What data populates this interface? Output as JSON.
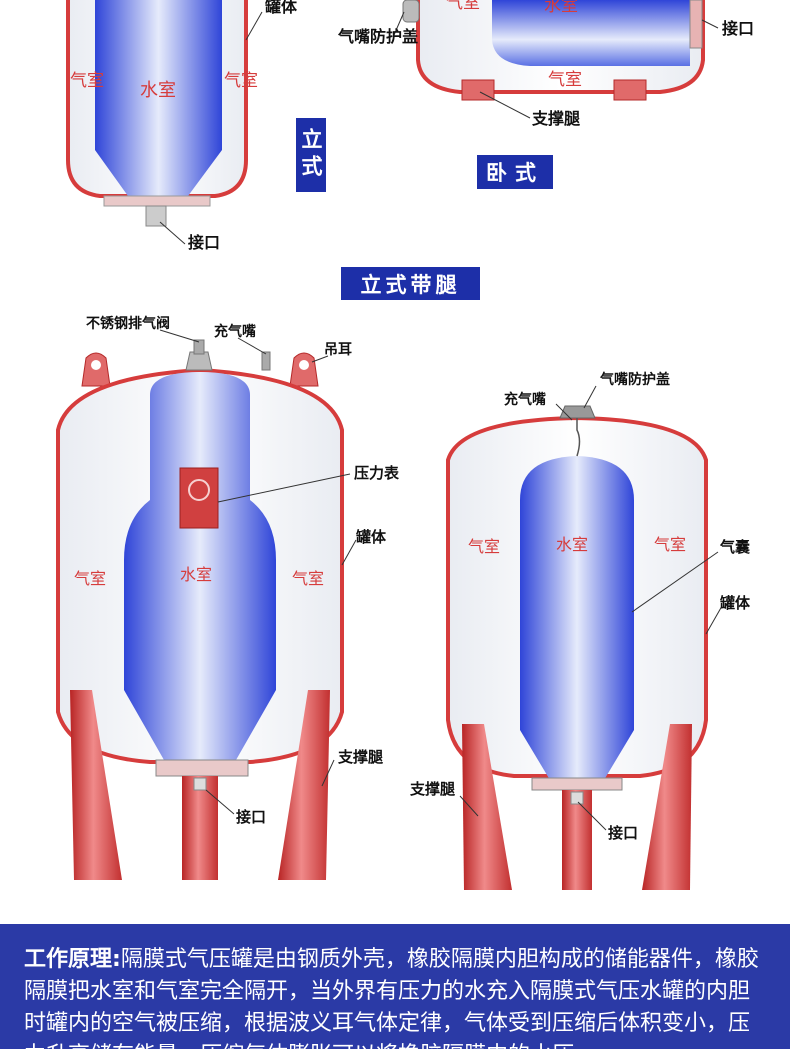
{
  "colors": {
    "tank_red": "#d63c3c",
    "water_blue": "#3d57e0",
    "banner_blue": "#2b3aa6",
    "badge_blue": "#1d2fa8"
  },
  "badges": {
    "vertical": "立式",
    "horizontal": "卧式",
    "vertical_with_legs": "立式带腿"
  },
  "top_left_tank": {
    "body_label": "罐体",
    "air_left": "气室",
    "air_right": "气室",
    "water": "水室",
    "port": "接口"
  },
  "top_right_tank": {
    "nozzle_cover": "气嘴防护盖",
    "air_cut": "气室",
    "water": "水室",
    "port": "接口",
    "air_bottom": "气室",
    "support_legs": "支撑腿"
  },
  "big_tank": {
    "vent_valve": "不锈钢排气阀",
    "charge_nozzle": "充气嘴",
    "lifting_lug": "吊耳",
    "pressure_gauge": "压力表",
    "body": "罐体",
    "air_left": "气室",
    "water": "水室",
    "air_right": "气室",
    "support_legs": "支撑腿",
    "port": "接口"
  },
  "small_tank": {
    "nozzle_cover": "气嘴防护盖",
    "charge_nozzle": "充气嘴",
    "air_left": "气室",
    "water": "水室",
    "air_right": "气室",
    "bladder": "气囊",
    "body": "罐体",
    "support_legs": "支撑腿",
    "port": "接口"
  },
  "info": {
    "title": "工作原理:",
    "text": "隔膜式气压罐是由钢质外壳，橡胶隔膜内胆构成的储能器件，橡胶隔膜把水室和气室完全隔开，当外界有压力的水充入隔膜式气压水罐的内胆时罐内的空气被压缩，根据波义耳气体定律，气体受到压缩后体积变小，压力升高储存能量，压缩气体膨胀可以将橡胶隔膜内的水压"
  }
}
